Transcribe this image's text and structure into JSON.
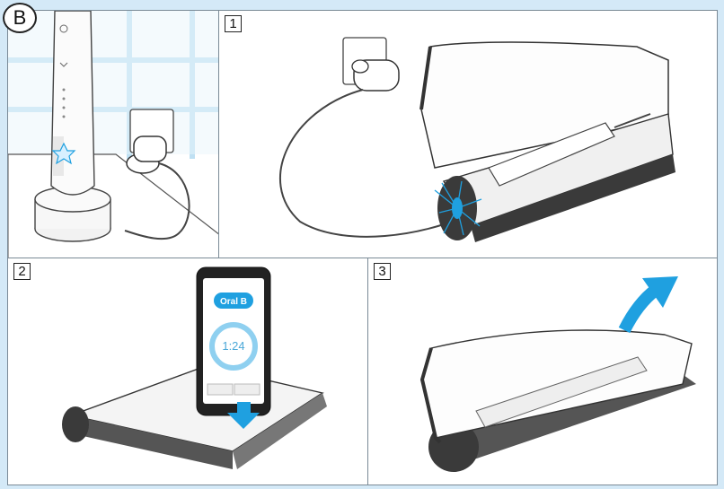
{
  "labels": {
    "section": "B",
    "step1": "1",
    "step2": "2",
    "step3": "3"
  },
  "app": {
    "brand": "Oral B",
    "timer": "1:24"
  },
  "colors": {
    "background": "#d4e9f7",
    "panel_border": "#7a8a96",
    "highlight": "#1fa0e0",
    "case_dark": "#3a3a3a"
  },
  "icons": [
    "power-icon",
    "chevron-down-icon",
    "mode-icon",
    "sparkle-icon",
    "arrow-icon"
  ]
}
